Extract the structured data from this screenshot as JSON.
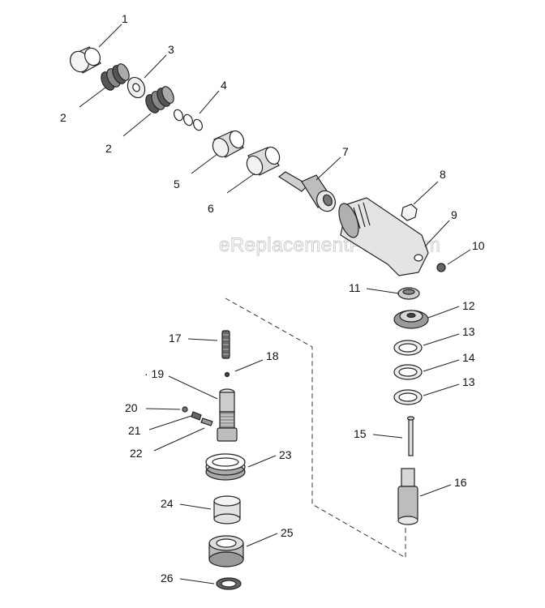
{
  "watermark": "eReplacementParts.com",
  "callouts": {
    "c1": "1",
    "c2a": "2",
    "c2b": "2",
    "c3": "3",
    "c4": "4",
    "c5": "5",
    "c6": "6",
    "c7": "7",
    "c8": "8",
    "c9": "9",
    "c10": "10",
    "c11": "11",
    "c12": "12",
    "c13a": "13",
    "c14": "14",
    "c13b": "13",
    "c15": "15",
    "c16": "16",
    "c17": "17",
    "c18": "18",
    "c19": "· 19",
    "c20": "20",
    "c21": "21",
    "c22": "22",
    "c23": "23",
    "c24": "24",
    "c25": "25",
    "c26": "26"
  }
}
